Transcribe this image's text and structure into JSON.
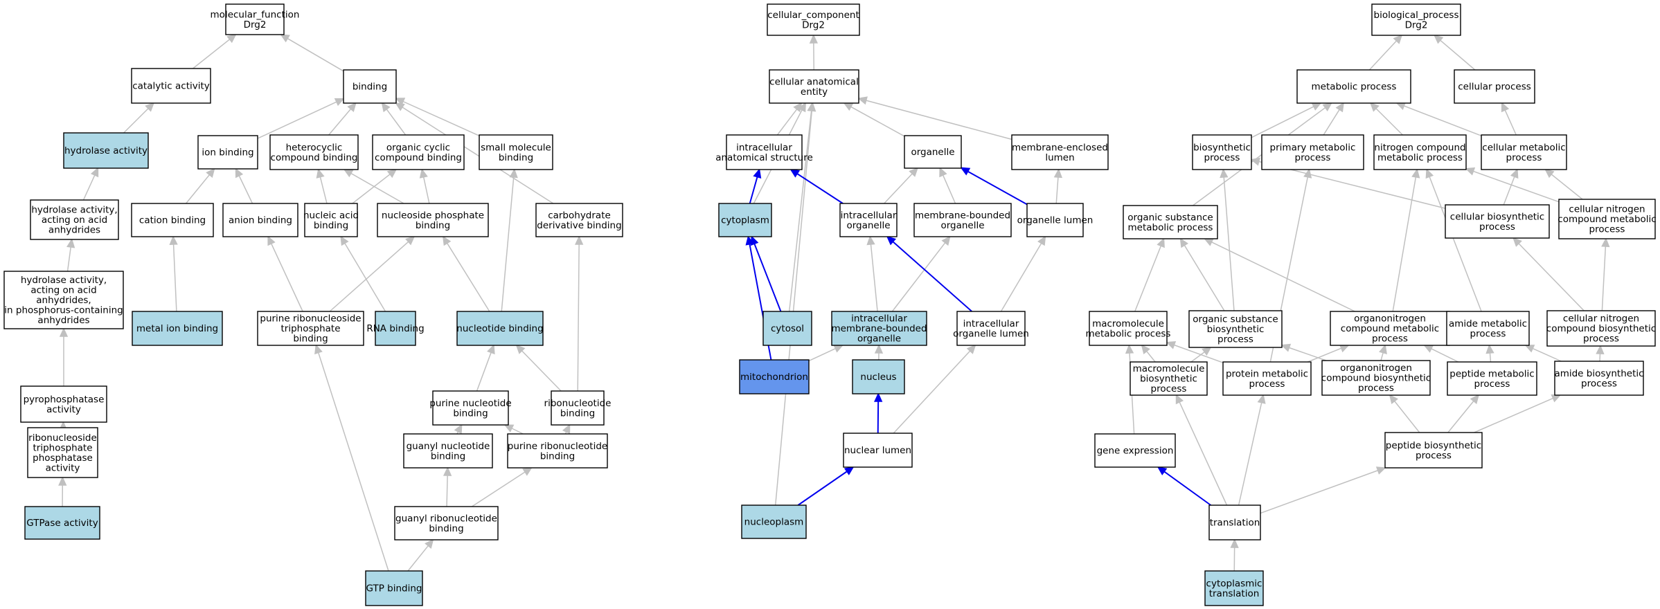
{
  "colors": {
    "plain_fill": "#ffffff",
    "query_fill": "#add8e6",
    "focus_fill": "#6495ed",
    "edge": "#c0c0c0",
    "highlight_edge": "#0000ee"
  },
  "nodes": [
    {
      "id": "mf_root",
      "lines": [
        "molecular_function",
        "Drg2"
      ],
      "style": "plain"
    },
    {
      "id": "catalytic",
      "lines": [
        "catalytic activity"
      ],
      "style": "plain"
    },
    {
      "id": "binding",
      "lines": [
        "binding"
      ],
      "style": "plain"
    },
    {
      "id": "hydrolase",
      "lines": [
        "hydrolase activity"
      ],
      "style": "query"
    },
    {
      "id": "ion_binding",
      "lines": [
        "ion binding"
      ],
      "style": "plain"
    },
    {
      "id": "heterocyclic",
      "lines": [
        "heterocyclic",
        "compound binding"
      ],
      "style": "plain"
    },
    {
      "id": "organic_cyclic",
      "lines": [
        "organic cyclic",
        "compound binding"
      ],
      "style": "plain"
    },
    {
      "id": "small_molecule",
      "lines": [
        "small molecule",
        "binding"
      ],
      "style": "plain"
    },
    {
      "id": "hydrolase_anh",
      "lines": [
        "hydrolase activity,",
        "acting on acid",
        "anhydrides"
      ],
      "style": "plain"
    },
    {
      "id": "cation_binding",
      "lines": [
        "cation binding"
      ],
      "style": "plain"
    },
    {
      "id": "anion_binding",
      "lines": [
        "anion binding"
      ],
      "style": "plain"
    },
    {
      "id": "nucleic_acid",
      "lines": [
        "nucleic acid",
        "binding"
      ],
      "style": "plain"
    },
    {
      "id": "nucleoside_phos",
      "lines": [
        "nucleoside phosphate",
        "binding"
      ],
      "style": "plain"
    },
    {
      "id": "carbohydrate_deriv",
      "lines": [
        "carbohydrate",
        "derivative binding"
      ],
      "style": "plain"
    },
    {
      "id": "hydrolase_anh_p",
      "lines": [
        "hydrolase activity,",
        "acting on acid",
        "anhydrides,",
        "in phosphorus-containing",
        "anhydrides"
      ],
      "style": "plain"
    },
    {
      "id": "metal_ion",
      "lines": [
        "metal ion binding"
      ],
      "style": "query"
    },
    {
      "id": "purine_ribonucleoside_tp",
      "lines": [
        "purine ribonucleoside",
        "triphosphate",
        "binding"
      ],
      "style": "plain"
    },
    {
      "id": "rna_binding",
      "lines": [
        "RNA binding"
      ],
      "style": "query"
    },
    {
      "id": "nucleotide_binding",
      "lines": [
        "nucleotide binding"
      ],
      "style": "query"
    },
    {
      "id": "pyrophosphatase",
      "lines": [
        "pyrophosphatase",
        "activity"
      ],
      "style": "plain"
    },
    {
      "id": "purine_nucleotide",
      "lines": [
        "purine nucleotide",
        "binding"
      ],
      "style": "plain"
    },
    {
      "id": "ribonucleotide",
      "lines": [
        "ribonucleotide",
        "binding"
      ],
      "style": "plain"
    },
    {
      "id": "ribonucleoside_tp_pase",
      "lines": [
        "ribonucleoside",
        "triphosphate",
        "phosphatase",
        "activity"
      ],
      "style": "plain"
    },
    {
      "id": "guanyl_nucleotide",
      "lines": [
        "guanyl nucleotide",
        "binding"
      ],
      "style": "plain"
    },
    {
      "id": "purine_ribonucleotide",
      "lines": [
        "purine ribonucleotide",
        "binding"
      ],
      "style": "plain"
    },
    {
      "id": "gtpase",
      "lines": [
        "GTPase activity"
      ],
      "style": "query"
    },
    {
      "id": "guanyl_ribonucleotide",
      "lines": [
        "guanyl ribonucleotide",
        "binding"
      ],
      "style": "plain"
    },
    {
      "id": "gtp_binding",
      "lines": [
        "GTP binding"
      ],
      "style": "query"
    },
    {
      "id": "cc_root",
      "lines": [
        "cellular_component",
        "Drg2"
      ],
      "style": "plain"
    },
    {
      "id": "cellular_anat",
      "lines": [
        "cellular anatomical",
        "entity"
      ],
      "style": "plain"
    },
    {
      "id": "intracellular_anat",
      "lines": [
        "intracellular",
        "anatomical structure"
      ],
      "style": "plain"
    },
    {
      "id": "organelle",
      "lines": [
        "organelle"
      ],
      "style": "plain"
    },
    {
      "id": "membrane_enclosed_lumen",
      "lines": [
        "membrane-enclosed",
        "lumen"
      ],
      "style": "plain"
    },
    {
      "id": "cytoplasm",
      "lines": [
        "cytoplasm"
      ],
      "style": "query"
    },
    {
      "id": "intracellular_organelle",
      "lines": [
        "intracellular",
        "organelle"
      ],
      "style": "plain"
    },
    {
      "id": "membrane_bounded_organelle",
      "lines": [
        "membrane-bounded",
        "organelle"
      ],
      "style": "plain"
    },
    {
      "id": "organelle_lumen",
      "lines": [
        "organelle lumen"
      ],
      "style": "plain"
    },
    {
      "id": "cytosol",
      "lines": [
        "cytosol"
      ],
      "style": "query"
    },
    {
      "id": "intracellular_mbo",
      "lines": [
        "intracellular",
        "membrane-bounded",
        "organelle"
      ],
      "style": "query"
    },
    {
      "id": "intracellular_organelle_lumen",
      "lines": [
        "intracellular",
        "organelle lumen"
      ],
      "style": "plain"
    },
    {
      "id": "mitochondrion",
      "lines": [
        "mitochondrion"
      ],
      "style": "focus"
    },
    {
      "id": "nucleus",
      "lines": [
        "nucleus"
      ],
      "style": "query"
    },
    {
      "id": "nuclear_lumen",
      "lines": [
        "nuclear lumen"
      ],
      "style": "plain"
    },
    {
      "id": "nucleoplasm",
      "lines": [
        "nucleoplasm"
      ],
      "style": "query"
    },
    {
      "id": "bp_root",
      "lines": [
        "biological_process",
        "Drg2"
      ],
      "style": "plain"
    },
    {
      "id": "metabolic_process",
      "lines": [
        "metabolic process"
      ],
      "style": "plain"
    },
    {
      "id": "cellular_process",
      "lines": [
        "cellular process"
      ],
      "style": "plain"
    },
    {
      "id": "biosynthetic_process",
      "lines": [
        "biosynthetic",
        "process"
      ],
      "style": "plain"
    },
    {
      "id": "primary_metabolic",
      "lines": [
        "primary metabolic",
        "process"
      ],
      "style": "plain"
    },
    {
      "id": "nitrogen_compound_metabolic",
      "lines": [
        "nitrogen compound",
        "metabolic process"
      ],
      "style": "plain"
    },
    {
      "id": "cellular_metabolic",
      "lines": [
        "cellular metabolic",
        "process"
      ],
      "style": "plain"
    },
    {
      "id": "organic_substance_metabolic",
      "lines": [
        "organic substance",
        "metabolic process"
      ],
      "style": "plain"
    },
    {
      "id": "cellular_biosynthetic",
      "lines": [
        "cellular biosynthetic",
        "process"
      ],
      "style": "plain"
    },
    {
      "id": "cellular_nitrogen_metabolic",
      "lines": [
        "cellular nitrogen",
        "compound metabolic",
        "process"
      ],
      "style": "plain"
    },
    {
      "id": "macromolecule_metabolic",
      "lines": [
        "macromolecule",
        "metabolic process"
      ],
      "style": "plain"
    },
    {
      "id": "organic_substance_biosynthetic",
      "lines": [
        "organic substance",
        "biosynthetic",
        "process"
      ],
      "style": "plain"
    },
    {
      "id": "organonitrogen_metabolic",
      "lines": [
        "organonitrogen",
        "compound metabolic",
        "process"
      ],
      "style": "plain"
    },
    {
      "id": "amide_metabolic",
      "lines": [
        "amide metabolic",
        "process"
      ],
      "style": "plain"
    },
    {
      "id": "cellular_nitrogen_biosynthetic",
      "lines": [
        "cellular nitrogen",
        "compound biosynthetic",
        "process"
      ],
      "style": "plain"
    },
    {
      "id": "macromolecule_biosynthetic",
      "lines": [
        "macromolecule",
        "biosynthetic",
        "process"
      ],
      "style": "plain"
    },
    {
      "id": "protein_metabolic",
      "lines": [
        "protein metabolic",
        "process"
      ],
      "style": "plain"
    },
    {
      "id": "organonitrogen_biosynthetic",
      "lines": [
        "organonitrogen",
        "compound biosynthetic",
        "process"
      ],
      "style": "plain"
    },
    {
      "id": "peptide_metabolic",
      "lines": [
        "peptide metabolic",
        "process"
      ],
      "style": "plain"
    },
    {
      "id": "amide_biosynthetic",
      "lines": [
        "amide biosynthetic",
        "process"
      ],
      "style": "plain"
    },
    {
      "id": "gene_expression",
      "lines": [
        "gene expression"
      ],
      "style": "plain"
    },
    {
      "id": "peptide_biosynthetic",
      "lines": [
        "peptide biosynthetic",
        "process"
      ],
      "style": "plain"
    },
    {
      "id": "translation",
      "lines": [
        "translation"
      ],
      "style": "plain"
    },
    {
      "id": "cytoplasmic_translation",
      "lines": [
        "cytoplasmic",
        "translation"
      ],
      "style": "query"
    }
  ],
  "edges": [
    {
      "from": "catalytic",
      "to": "mf_root"
    },
    {
      "from": "binding",
      "to": "mf_root"
    },
    {
      "from": "hydrolase",
      "to": "catalytic"
    },
    {
      "from": "ion_binding",
      "to": "binding"
    },
    {
      "from": "heterocyclic",
      "to": "binding"
    },
    {
      "from": "organic_cyclic",
      "to": "binding"
    },
    {
      "from": "small_molecule",
      "to": "binding"
    },
    {
      "from": "carbohydrate_deriv",
      "to": "binding"
    },
    {
      "from": "hydrolase_anh",
      "to": "hydrolase"
    },
    {
      "from": "cation_binding",
      "to": "ion_binding"
    },
    {
      "from": "anion_binding",
      "to": "ion_binding"
    },
    {
      "from": "nucleic_acid",
      "to": "heterocyclic"
    },
    {
      "from": "nucleic_acid",
      "to": "organic_cyclic"
    },
    {
      "from": "nucleoside_phos",
      "to": "heterocyclic"
    },
    {
      "from": "nucleoside_phos",
      "to": "organic_cyclic"
    },
    {
      "from": "hydrolase_anh_p",
      "to": "hydrolase_anh"
    },
    {
      "from": "metal_ion",
      "to": "cation_binding"
    },
    {
      "from": "purine_ribonucleoside_tp",
      "to": "anion_binding"
    },
    {
      "from": "purine_ribonucleoside_tp",
      "to": "nucleoside_phos"
    },
    {
      "from": "rna_binding",
      "to": "nucleic_acid"
    },
    {
      "from": "nucleotide_binding",
      "to": "nucleoside_phos"
    },
    {
      "from": "nucleotide_binding",
      "to": "small_molecule"
    },
    {
      "from": "pyrophosphatase",
      "to": "hydrolase_anh_p"
    },
    {
      "from": "purine_nucleotide",
      "to": "nucleotide_binding"
    },
    {
      "from": "ribonucleotide",
      "to": "nucleotide_binding"
    },
    {
      "from": "ribonucleotide",
      "to": "carbohydrate_deriv"
    },
    {
      "from": "ribonucleoside_tp_pase",
      "to": "pyrophosphatase"
    },
    {
      "from": "guanyl_nucleotide",
      "to": "purine_nucleotide"
    },
    {
      "from": "purine_ribonucleotide",
      "to": "purine_nucleotide"
    },
    {
      "from": "purine_ribonucleotide",
      "to": "ribonucleotide"
    },
    {
      "from": "gtpase",
      "to": "ribonucleoside_tp_pase"
    },
    {
      "from": "guanyl_ribonucleotide",
      "to": "guanyl_nucleotide"
    },
    {
      "from": "guanyl_ribonucleotide",
      "to": "purine_ribonucleotide"
    },
    {
      "from": "gtp_binding",
      "to": "guanyl_ribonucleotide"
    },
    {
      "from": "gtp_binding",
      "to": "purine_ribonucleoside_tp"
    },
    {
      "from": "cellular_anat",
      "to": "cc_root"
    },
    {
      "from": "intracellular_anat",
      "to": "cellular_anat"
    },
    {
      "from": "organelle",
      "to": "cellular_anat"
    },
    {
      "from": "membrane_enclosed_lumen",
      "to": "cellular_anat"
    },
    {
      "from": "cytoplasm",
      "to": "cellular_anat"
    },
    {
      "from": "cytosol",
      "to": "cellular_anat"
    },
    {
      "from": "nucleoplasm",
      "to": "cellular_anat"
    },
    {
      "from": "cytoplasm",
      "to": "intracellular_anat",
      "highlight": true
    },
    {
      "from": "intracellular_organelle",
      "to": "intracellular_anat",
      "highlight": true
    },
    {
      "from": "intracellular_organelle",
      "to": "organelle"
    },
    {
      "from": "membrane_bounded_organelle",
      "to": "organelle"
    },
    {
      "from": "organelle_lumen",
      "to": "organelle",
      "highlight": true
    },
    {
      "from": "organelle_lumen",
      "to": "membrane_enclosed_lumen"
    },
    {
      "from": "cytosol",
      "to": "cytoplasm",
      "highlight": true
    },
    {
      "from": "mitochondrion",
      "to": "cytoplasm",
      "highlight": true
    },
    {
      "from": "intracellular_mbo",
      "to": "intracellular_organelle"
    },
    {
      "from": "intracellular_mbo",
      "to": "membrane_bounded_organelle"
    },
    {
      "from": "intracellular_organelle_lumen",
      "to": "intracellular_organelle",
      "highlight": true
    },
    {
      "from": "intracellular_organelle_lumen",
      "to": "organelle_lumen"
    },
    {
      "from": "mitochondrion",
      "to": "intracellular_mbo"
    },
    {
      "from": "nucleus",
      "to": "intracellular_mbo"
    },
    {
      "from": "nuclear_lumen",
      "to": "nucleus",
      "highlight": true
    },
    {
      "from": "nuclear_lumen",
      "to": "intracellular_organelle_lumen"
    },
    {
      "from": "nucleoplasm",
      "to": "nuclear_lumen",
      "highlight": true
    },
    {
      "from": "metabolic_process",
      "to": "bp_root"
    },
    {
      "from": "cellular_process",
      "to": "bp_root"
    },
    {
      "from": "biosynthetic_process",
      "to": "metabolic_process"
    },
    {
      "from": "primary_metabolic",
      "to": "metabolic_process"
    },
    {
      "from": "nitrogen_compound_metabolic",
      "to": "metabolic_process"
    },
    {
      "from": "cellular_metabolic",
      "to": "metabolic_process"
    },
    {
      "from": "organic_substance_metabolic",
      "to": "metabolic_process"
    },
    {
      "from": "cellular_metabolic",
      "to": "cellular_process"
    },
    {
      "from": "cellular_biosynthetic",
      "to": "biosynthetic_process"
    },
    {
      "from": "cellular_biosynthetic",
      "to": "cellular_metabolic"
    },
    {
      "from": "cellular_nitrogen_metabolic",
      "to": "nitrogen_compound_metabolic"
    },
    {
      "from": "cellular_nitrogen_metabolic",
      "to": "cellular_metabolic"
    },
    {
      "from": "macromolecule_metabolic",
      "to": "organic_substance_metabolic"
    },
    {
      "from": "organic_substance_biosynthetic",
      "to": "organic_substance_metabolic"
    },
    {
      "from": "organic_substance_biosynthetic",
      "to": "biosynthetic_process"
    },
    {
      "from": "organonitrogen_metabolic",
      "to": "organic_substance_metabolic"
    },
    {
      "from": "organonitrogen_metabolic",
      "to": "nitrogen_compound_metabolic"
    },
    {
      "from": "amide_metabolic",
      "to": "nitrogen_compound_metabolic"
    },
    {
      "from": "cellular_nitrogen_biosynthetic",
      "to": "cellular_biosynthetic"
    },
    {
      "from": "cellular_nitrogen_biosynthetic",
      "to": "cellular_nitrogen_metabolic"
    },
    {
      "from": "macromolecule_biosynthetic",
      "to": "macromolecule_metabolic"
    },
    {
      "from": "macromolecule_biosynthetic",
      "to": "organic_substance_biosynthetic"
    },
    {
      "from": "protein_metabolic",
      "to": "macromolecule_metabolic"
    },
    {
      "from": "protein_metabolic",
      "to": "primary_metabolic"
    },
    {
      "from": "protein_metabolic",
      "to": "organonitrogen_metabolic"
    },
    {
      "from": "organonitrogen_biosynthetic",
      "to": "organonitrogen_metabolic"
    },
    {
      "from": "organonitrogen_biosynthetic",
      "to": "organic_substance_biosynthetic"
    },
    {
      "from": "peptide_metabolic",
      "to": "organonitrogen_metabolic"
    },
    {
      "from": "peptide_metabolic",
      "to": "amide_metabolic"
    },
    {
      "from": "amide_biosynthetic",
      "to": "amide_metabolic"
    },
    {
      "from": "amide_biosynthetic",
      "to": "cellular_nitrogen_biosynthetic"
    },
    {
      "from": "gene_expression",
      "to": "macromolecule_metabolic"
    },
    {
      "from": "peptide_biosynthetic",
      "to": "organonitrogen_biosynthetic"
    },
    {
      "from": "peptide_biosynthetic",
      "to": "peptide_metabolic"
    },
    {
      "from": "peptide_biosynthetic",
      "to": "amide_biosynthetic"
    },
    {
      "from": "translation",
      "to": "macromolecule_biosynthetic"
    },
    {
      "from": "translation",
      "to": "protein_metabolic"
    },
    {
      "from": "translation",
      "to": "gene_expression",
      "highlight": true
    },
    {
      "from": "translation",
      "to": "peptide_biosynthetic"
    },
    {
      "from": "cytoplasmic_translation",
      "to": "translation"
    }
  ]
}
